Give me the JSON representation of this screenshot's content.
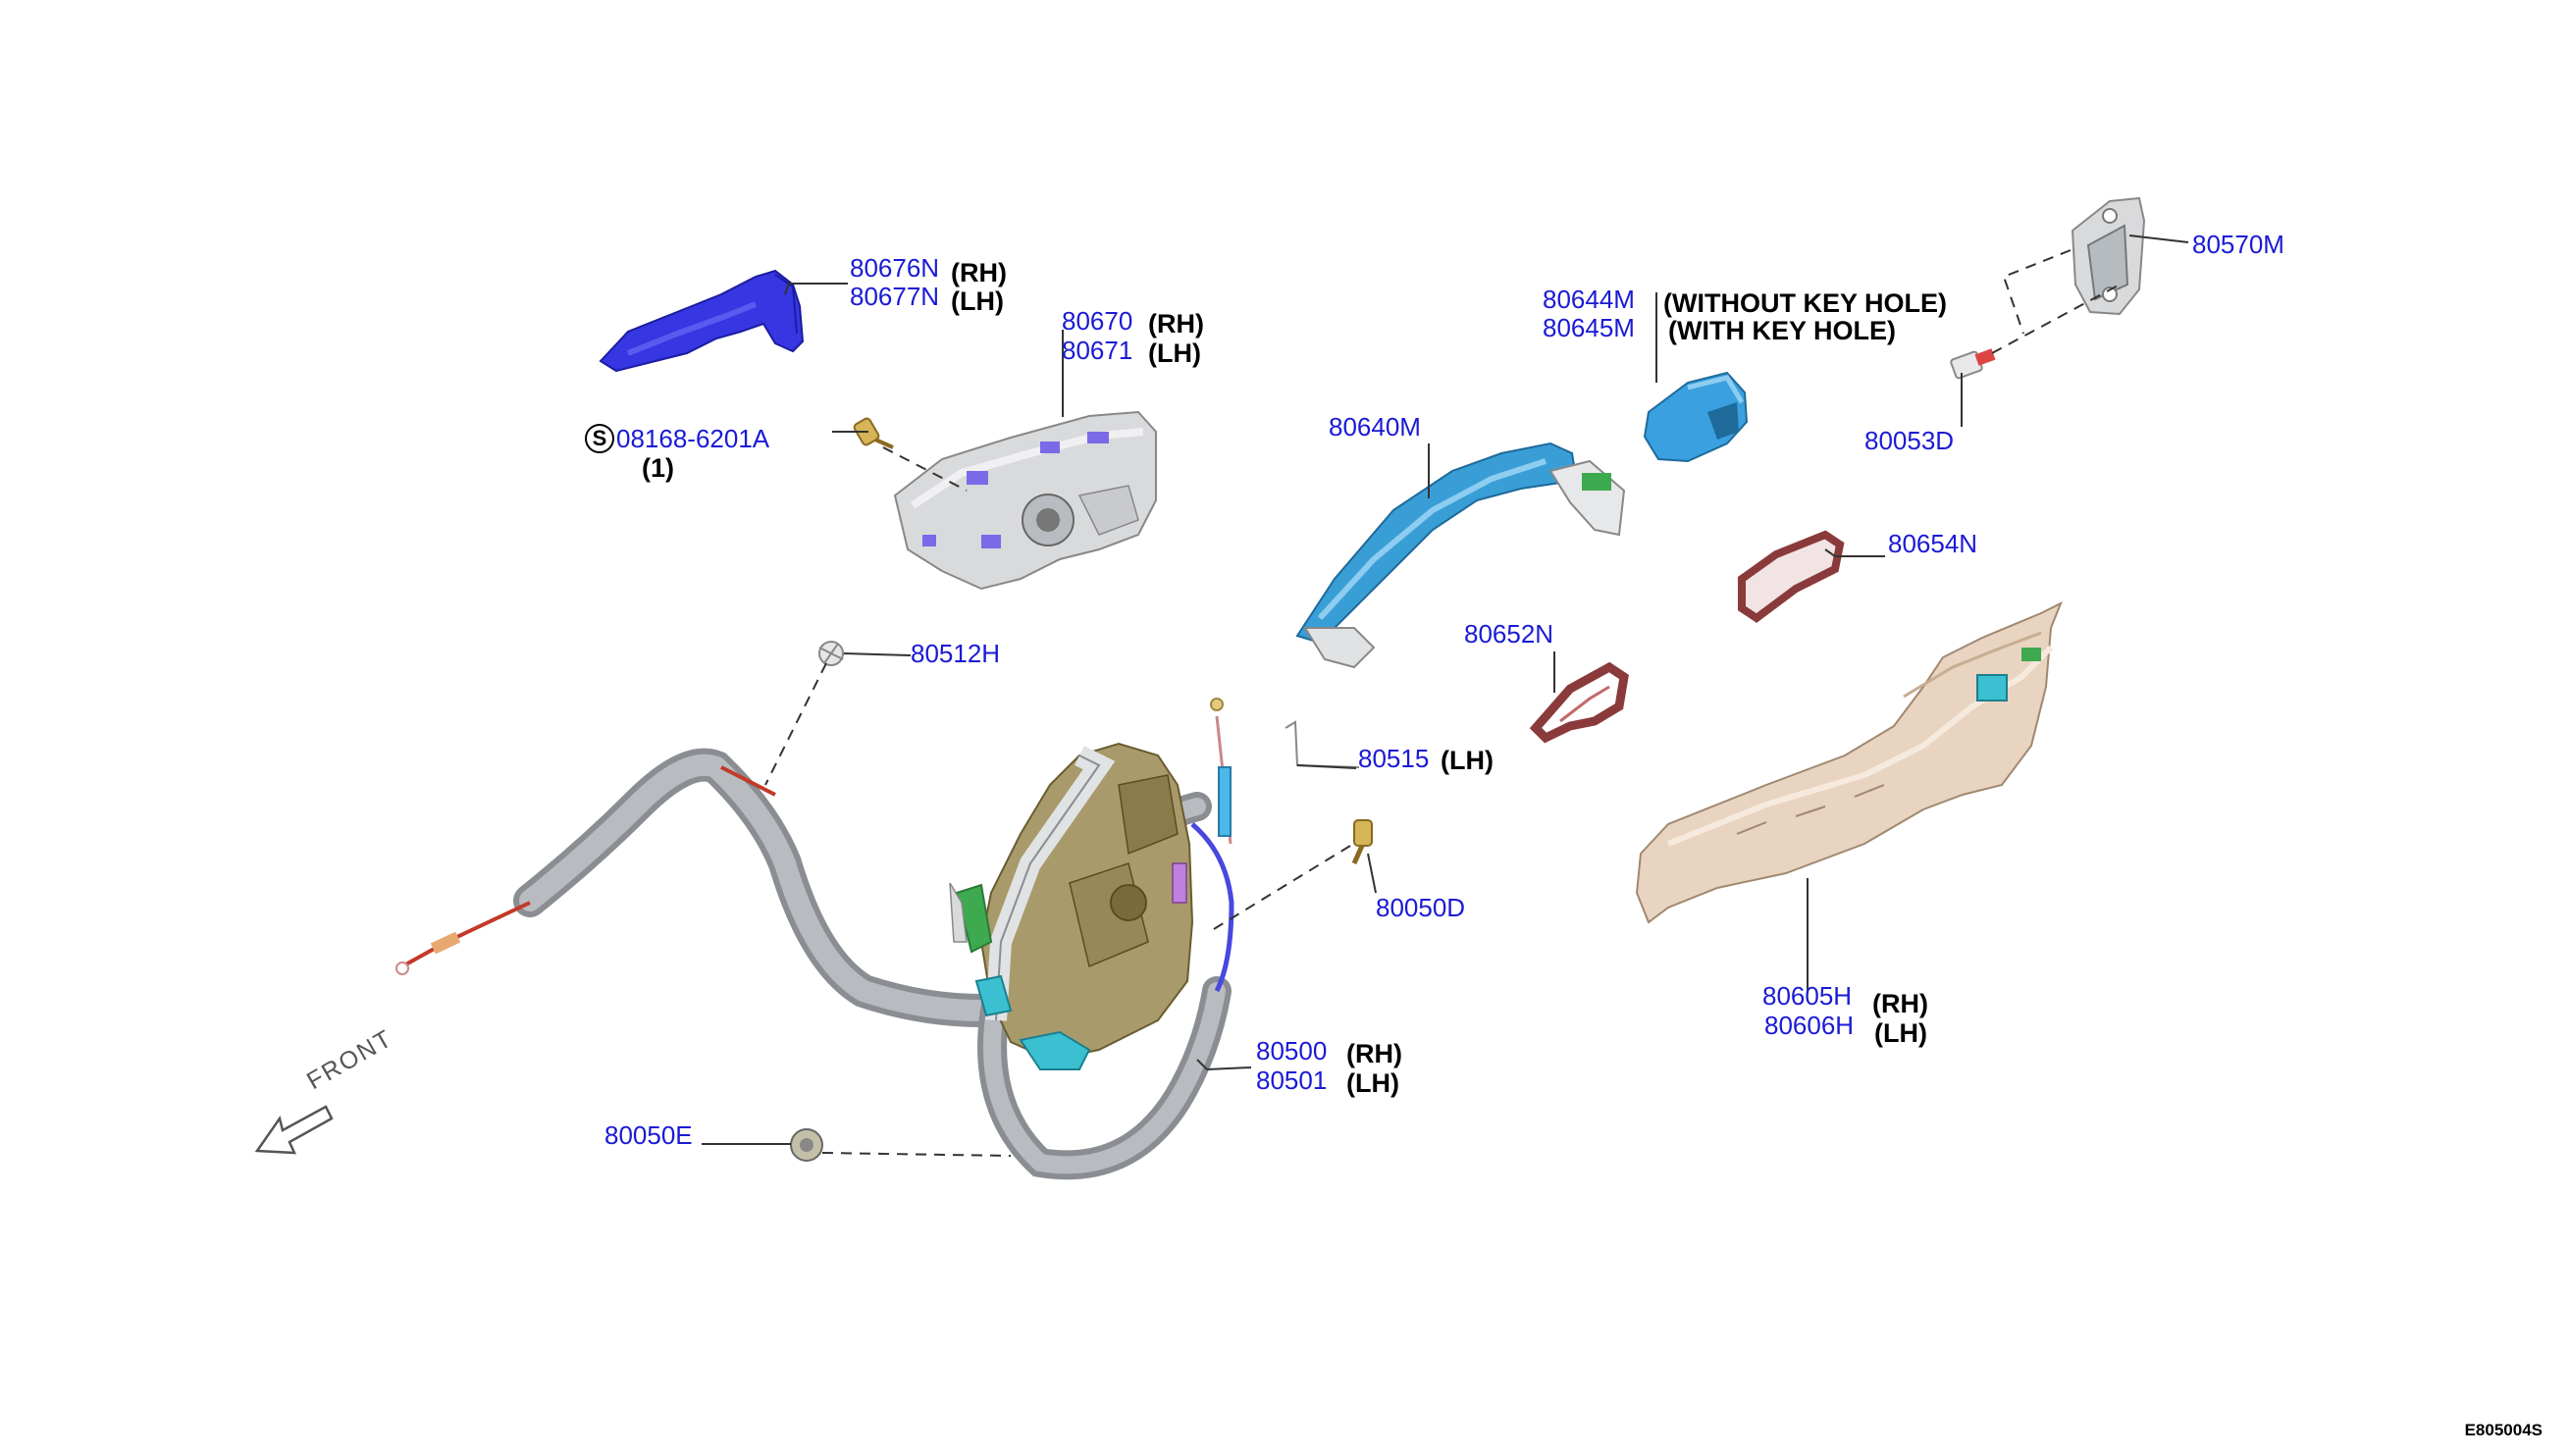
{
  "diagram": {
    "code": "E805004S",
    "front_label": "FRONT",
    "service_symbol": "S"
  },
  "labels": [
    {
      "id": "80676N",
      "text": "80676N",
      "qualifier": "(RH)"
    },
    {
      "id": "80677N",
      "text": "80677N",
      "qualifier": "(LH)"
    },
    {
      "id": "80670",
      "text": "80670",
      "qualifier": "(RH)"
    },
    {
      "id": "80671",
      "text": "80671",
      "qualifier": "(LH)"
    },
    {
      "id": "08168-6201A",
      "text": "08168-6201A",
      "qualifier": "(1)"
    },
    {
      "id": "80644M",
      "text": "80644M",
      "qualifier": "(WITHOUT KEY HOLE)"
    },
    {
      "id": "80645M",
      "text": "80645M",
      "qualifier": "(WITH KEY HOLE)"
    },
    {
      "id": "80570M",
      "text": "80570M",
      "qualifier": ""
    },
    {
      "id": "80640M",
      "text": "80640M",
      "qualifier": ""
    },
    {
      "id": "80053D",
      "text": "80053D",
      "qualifier": ""
    },
    {
      "id": "80654N",
      "text": "80654N",
      "qualifier": ""
    },
    {
      "id": "80652N",
      "text": "80652N",
      "qualifier": ""
    },
    {
      "id": "80512H",
      "text": "80512H",
      "qualifier": ""
    },
    {
      "id": "80515",
      "text": "80515",
      "qualifier": "(LH)"
    },
    {
      "id": "80050D",
      "text": "80050D",
      "qualifier": ""
    },
    {
      "id": "80605H",
      "text": "80605H",
      "qualifier": "(RH)"
    },
    {
      "id": "80606H",
      "text": "80606H",
      "qualifier": "(LH)"
    },
    {
      "id": "80500",
      "text": "80500",
      "qualifier": "(RH)"
    },
    {
      "id": "80501",
      "text": "80501",
      "qualifier": "(LH)"
    },
    {
      "id": "80050E",
      "text": "80050E",
      "qualifier": ""
    }
  ],
  "colors": {
    "label": "#1a1ad6",
    "inner_handle": "#3a3ae0",
    "outer_handle": "#3a9fd6",
    "gasket": "#8a3a3a",
    "bracket": "#e8d4c0",
    "cable": "#a0a4a8",
    "lock": "#a89a6a"
  }
}
